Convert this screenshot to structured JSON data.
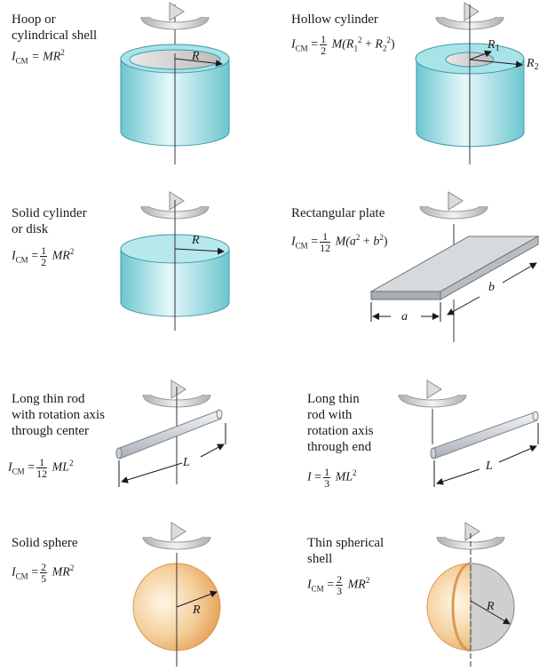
{
  "panels": {
    "hoop": {
      "name_l1": "Hoop or",
      "name_l2": "cylindrical shell",
      "I": "I",
      "cm": "CM",
      "rhs": "= MR",
      "pow": "2",
      "r_label": "R"
    },
    "hollow": {
      "name": "Hollow cylinder",
      "I": "I",
      "cm": "CM",
      "eq_num": "1",
      "eq_den": "2",
      "M": "M(R",
      "r1_label": "R1",
      "r2_label": "R2"
    },
    "solid_cyl": {
      "name_l1": "Solid cylinder",
      "name_l2": "or disk",
      "I": "I",
      "cm": "CM",
      "eq_num": "1",
      "eq_den": "2",
      "rhs": "MR",
      "pow": "2",
      "r_label": "R"
    },
    "plate": {
      "name": "Rectangular plate",
      "I": "I",
      "cm": "CM",
      "eq_num": "1",
      "eq_den": "12",
      "rhs": "M(a",
      "a_label": "a",
      "b_label": "b"
    },
    "rod_center": {
      "name_l1": "Long thin rod",
      "name_l2": "with rotation axis",
      "name_l3": "through center",
      "I": "I",
      "cm": "CM",
      "eq_num": "1",
      "eq_den": "12",
      "rhs": "ML",
      "pow": "2",
      "L_label": "L"
    },
    "rod_end": {
      "name_l1": "Long thin",
      "name_l2": "rod with",
      "name_l3": "rotation axis",
      "name_l4": "through end",
      "I": "I",
      "eq_num": "1",
      "eq_den": "3",
      "rhs": "ML",
      "pow": "2",
      "L_label": "L"
    },
    "solid_sphere": {
      "name": "Solid sphere",
      "I": "I",
      "cm": "CM",
      "eq_num": "2",
      "eq_den": "5",
      "rhs": "MR",
      "pow": "2",
      "r_label": "R"
    },
    "thin_shell": {
      "name_l1": "Thin spherical",
      "name_l2": "shell",
      "I": "I",
      "cm": "CM",
      "eq_num": "2",
      "eq_den": "3",
      "rhs": "MR",
      "pow": "2",
      "r_label": "R"
    }
  },
  "colors": {
    "cylinder": "#9fdde3",
    "cylinder_dark": "#5bb9c4",
    "plate": "#c9ced3",
    "rod": "#d3d8dc",
    "sphere": "#f2c78f",
    "arrow": "#d0d0d0"
  }
}
